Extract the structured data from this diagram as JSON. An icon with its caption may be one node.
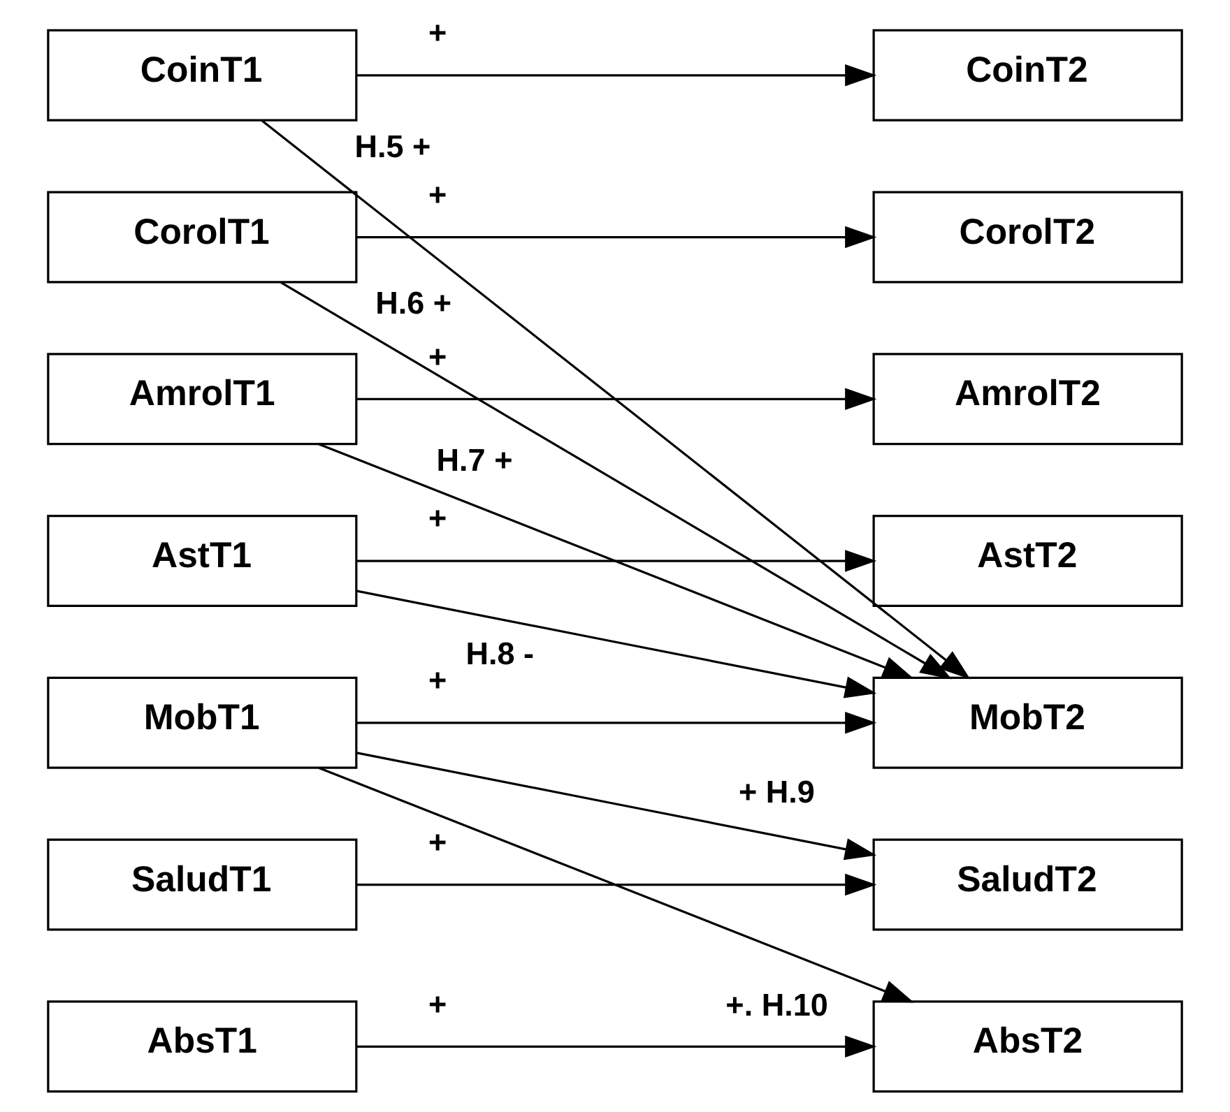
{
  "diagram": {
    "nodes": [
      {
        "text": [
          "CoinT1"
        ]
      },
      {
        "text": [
          "CorolT1"
        ]
      },
      {
        "text": [
          "AmrolT1"
        ]
      },
      {
        "text": [
          "AstT1"
        ]
      },
      {
        "text": [
          "MobT1"
        ]
      },
      {
        "text": [
          "SaludT1"
        ]
      },
      {
        "text": [
          "AbsT1"
        ]
      },
      {
        "text": [
          "CoinT2"
        ]
      },
      {
        "text": [
          "CorolT2"
        ]
      },
      {
        "text": [
          "AmrolT2"
        ]
      },
      {
        "text": [
          "AstT2"
        ]
      },
      {
        "text": [
          "MobT2"
        ]
      },
      {
        "text": [
          "SaludT2"
        ]
      },
      {
        "text": [
          "AbsT2"
        ]
      }
    ],
    "edges": [
      {
        "from": 0,
        "to": 7,
        "arrow": "to",
        "label": "+"
      },
      {
        "from": 0,
        "to": 11,
        "arrow": "to",
        "label": "H.5 +"
      },
      {
        "from": 1,
        "to": 8,
        "arrow": "to",
        "label": "+"
      },
      {
        "from": 1,
        "to": 11,
        "arrow": "to",
        "label": "H.6 +"
      },
      {
        "from": 2,
        "to": 9,
        "arrow": "to",
        "label": "+"
      },
      {
        "from": 2,
        "to": 11,
        "arrow": "to",
        "label": "H.7 +"
      },
      {
        "from": 3,
        "to": 10,
        "arrow": "to",
        "label": "+"
      },
      {
        "from": 3,
        "to": 11,
        "arrow": "to",
        "label": "H.8 -"
      },
      {
        "from": 4,
        "to": 11,
        "arrow": "to",
        "label": "+"
      },
      {
        "from": 4,
        "to": 12,
        "arrow": "to",
        "label": "+ H.9"
      },
      {
        "from": 4,
        "to": 13,
        "arrow": "to",
        "label": "+. H.10"
      },
      {
        "from": 5,
        "to": 12,
        "arrow": "to",
        "label": "+"
      },
      {
        "from": 6,
        "to": 13,
        "arrow": "to",
        "label": "+"
      }
    ]
  }
}
